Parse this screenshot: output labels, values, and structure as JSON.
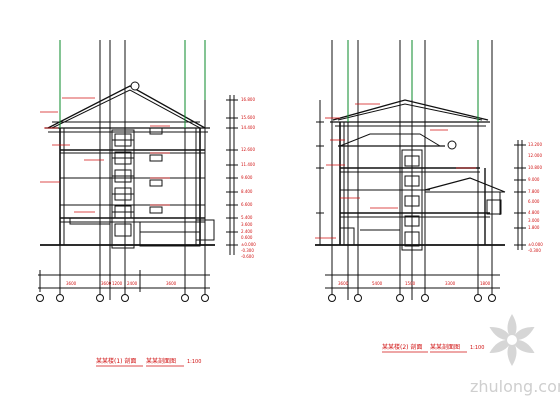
{
  "drawing": {
    "left": {
      "title": "某某楼(1) 剖面",
      "subtitle": "某某剖面图",
      "scale": "1:100",
      "elevations": [
        "16.800",
        "15.600",
        "14.400",
        "12.600",
        "11.400",
        "9.600",
        "8.400",
        "6.600",
        "5.400",
        "3.600",
        "2.400",
        "0.600",
        "±0.000",
        "-0.300",
        "-0.600"
      ],
      "dims_bottom": [
        "3600",
        "3600",
        "1200",
        "2400",
        "3600"
      ],
      "axis_bubbles": 6
    },
    "right": {
      "title": "某某楼(2) 剖面",
      "subtitle": "某某剖面图",
      "scale": "1:100",
      "elevations": [
        "13.200",
        "12.000",
        "10.800",
        "9.000",
        "7.800",
        "6.000",
        "4.800",
        "3.000",
        "1.800",
        "±0.000",
        "-0.300"
      ],
      "dims_bottom": [
        "3600",
        "5400",
        "1500",
        "3300",
        "1800"
      ],
      "axis_bubbles": 6
    }
  },
  "watermark": {
    "text": "zhulong.com"
  },
  "colors": {
    "line": "#101010",
    "annotation": "#d01010",
    "accent_green": "#0a8a2a",
    "watermark": "#cfcfcf"
  }
}
